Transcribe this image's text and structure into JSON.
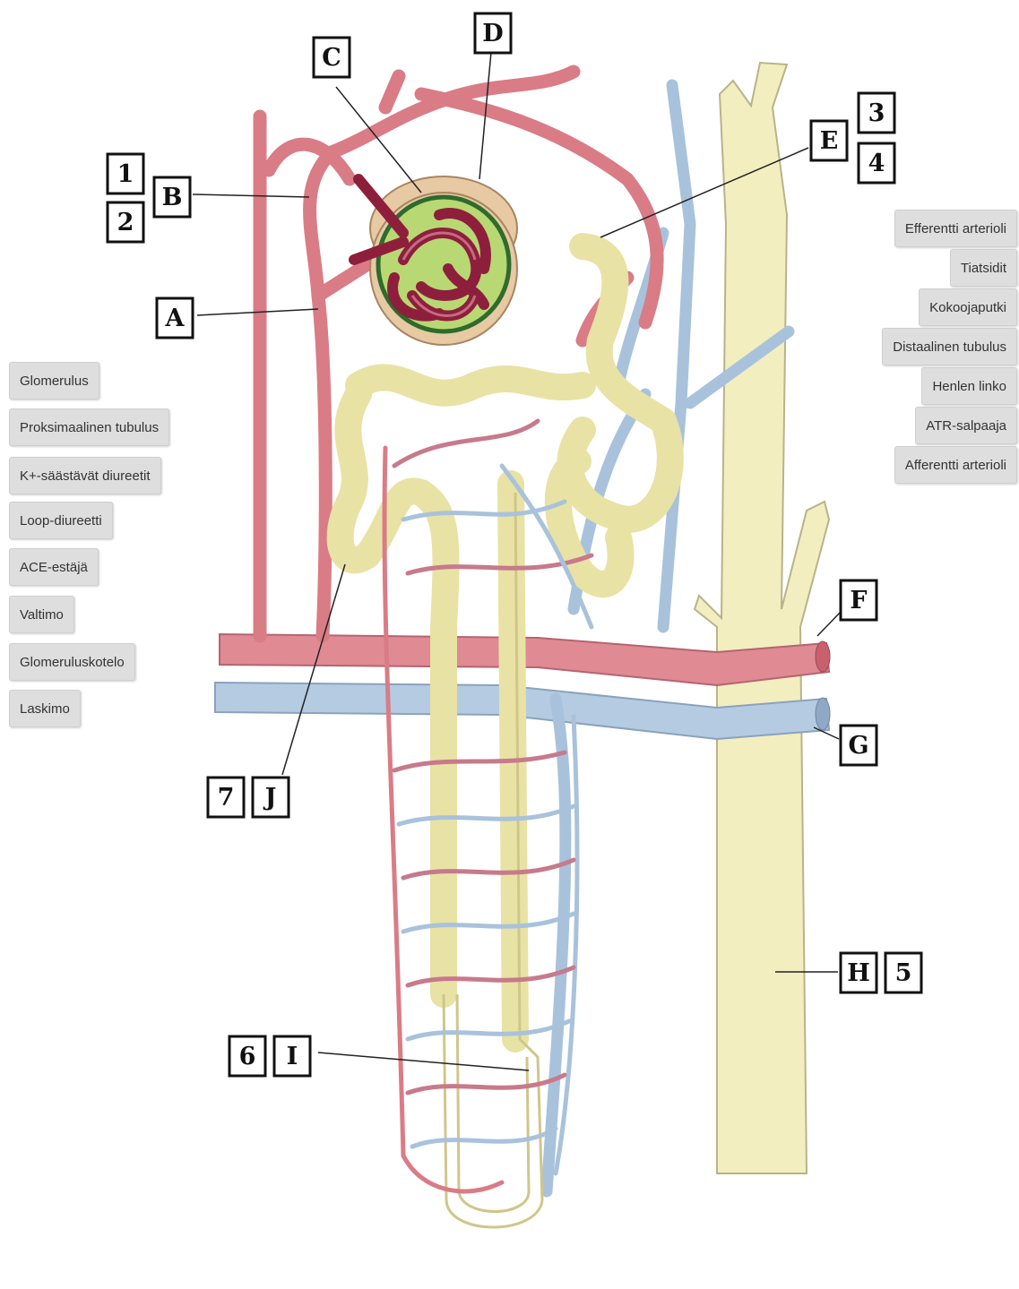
{
  "labels": {
    "A": "A",
    "B": "B",
    "C": "C",
    "D": "D",
    "E": "E",
    "F": "F",
    "G": "G",
    "H": "H",
    "I": "I",
    "J": "J",
    "n1": "1",
    "n2": "2",
    "n3": "3",
    "n4": "4",
    "n5": "5",
    "n6": "6",
    "n7": "7"
  },
  "left_items": [
    "Glomerulus",
    "Proksimaalinen tubulus",
    "K+-säästävät diureetit",
    "Loop-diureetti",
    "ACE-estäjä",
    "Valtimo",
    "Glomeruluskotelo",
    "Laskimo"
  ],
  "right_items": [
    "Efferentti arterioli",
    "Tiatsidit",
    "Kokoojaputki",
    "Distaalinen tubulus",
    "Henlen linko",
    "ATR-salpaaja",
    "Afferentti arterioli"
  ],
  "colors": {
    "artery": "#d97c86",
    "vein": "#a9c2dc",
    "tubule": "#f1ecb4",
    "glomerulus": "#8e1f3c",
    "capsule": "#a9d25c"
  }
}
